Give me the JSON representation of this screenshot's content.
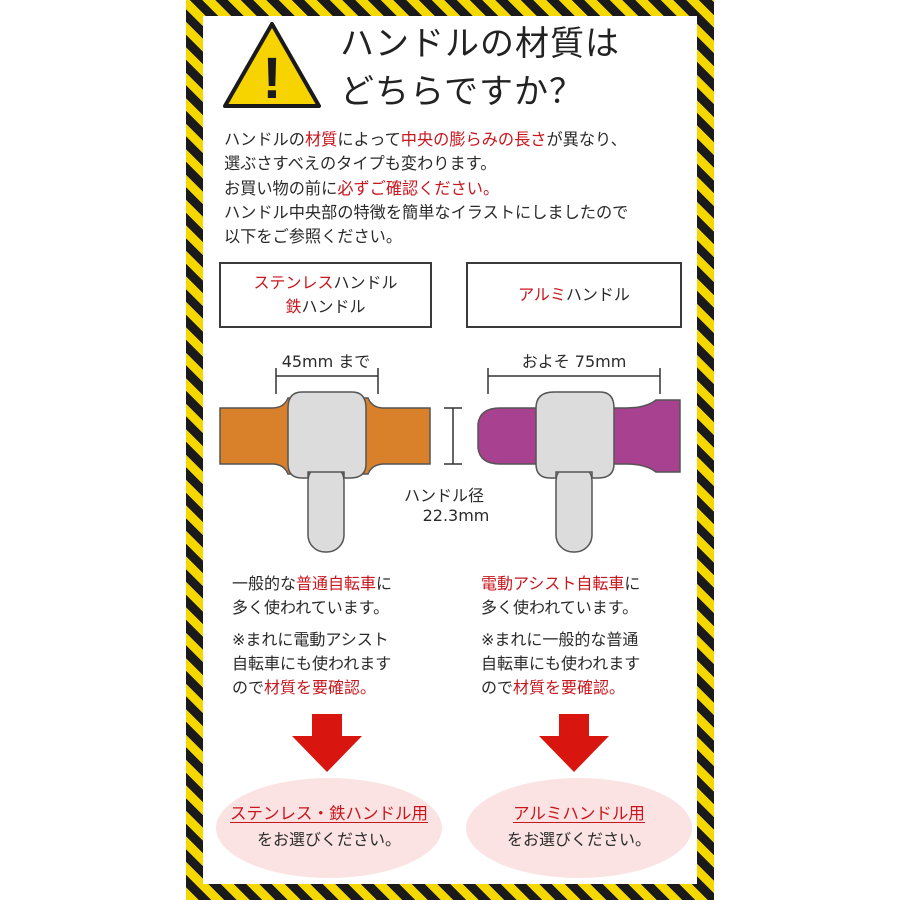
{
  "title": {
    "line1": "ハンドルの材質は",
    "line2": "どちらですか？"
  },
  "intro": {
    "line1": [
      {
        "text": "ハンドルの",
        "red": false
      },
      {
        "text": "材質",
        "red": true
      },
      {
        "text": "によって",
        "red": false
      },
      {
        "text": "中央の膨らみの長さ",
        "red": true
      },
      {
        "text": "が異なり、",
        "red": false
      }
    ],
    "line2": "選ぶさすべえのタイプも変わります。",
    "line3": [
      {
        "text": "お買い物の前に",
        "red": false
      },
      {
        "text": "必ずご確認ください。",
        "red": true
      }
    ],
    "line4": "ハンドル中央部の特徴を簡単なイラストにしましたので",
    "line5": "以下をご参照ください。"
  },
  "left": {
    "box_line1": [
      {
        "text": "ステンレス",
        "red": true
      },
      {
        "text": "ハンドル",
        "red": false
      }
    ],
    "box_line2": [
      {
        "text": "鉄",
        "red": true
      },
      {
        "text": "ハンドル",
        "red": false
      }
    ],
    "bulge_length": "45mm まで",
    "desc_line1": [
      {
        "text": "一般的な",
        "red": false
      },
      {
        "text": "普通自転車",
        "red": true
      },
      {
        "text": "に",
        "red": false
      }
    ],
    "desc_line2": "多く使われています。",
    "note_line1": "※まれに電動アシスト",
    "note_line2": "自転車にも使われます",
    "note_line3": [
      {
        "text": "ので",
        "red": false
      },
      {
        "text": "材質を要確認。",
        "red": true
      }
    ],
    "result_title": "ステンレス・鉄ハンドル用",
    "result_sub": "をお選びください。"
  },
  "right": {
    "box_line1": [
      {
        "text": "アルミ",
        "red": true
      },
      {
        "text": "ハンドル",
        "red": false
      }
    ],
    "bulge_length": "およそ 75mm",
    "desc_line1": [
      {
        "text": "電動アシスト自転車",
        "red": true
      },
      {
        "text": "に",
        "red": false
      }
    ],
    "desc_line2": "多く使われています。",
    "note_line1": "※まれに一般的な普通",
    "note_line2": "自転車にも使われます",
    "note_line3": [
      {
        "text": "ので",
        "red": false
      },
      {
        "text": "材質を要確認。",
        "red": true
      }
    ],
    "result_title": "アルミハンドル用",
    "result_sub": "をお選びください。"
  },
  "diameter": {
    "label": "ハンドル径",
    "value": "22.3mm"
  },
  "colors": {
    "accent_red": "#c8161d",
    "steel_handle": "#d9812a",
    "aluminum_handle": "#a8418f",
    "hazard_yellow": "#f5d800",
    "hazard_black": "#1a1a1a",
    "result_ellipse": "#fbe3e3"
  }
}
